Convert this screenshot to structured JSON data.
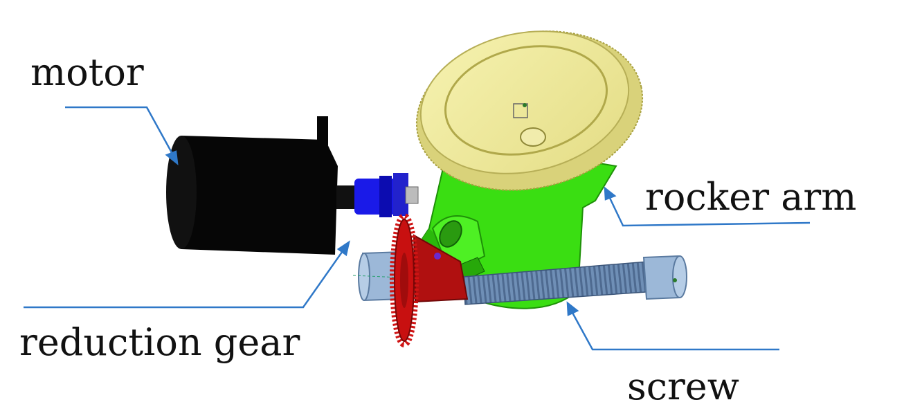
{
  "labels": {
    "motor": "motor",
    "rocker_arm": "rocker arm",
    "reduction_gear": "reduction gear",
    "screw": "screw"
  },
  "colors": {
    "motor": "#060606",
    "coupling": "#1010e0",
    "rocker_arm": "#38e010",
    "wheel": "#f0ec9a",
    "gear": "#c81010",
    "screw": "#7090b8",
    "screw_end": "#9cb8d8",
    "leader": "#2f78c8"
  }
}
